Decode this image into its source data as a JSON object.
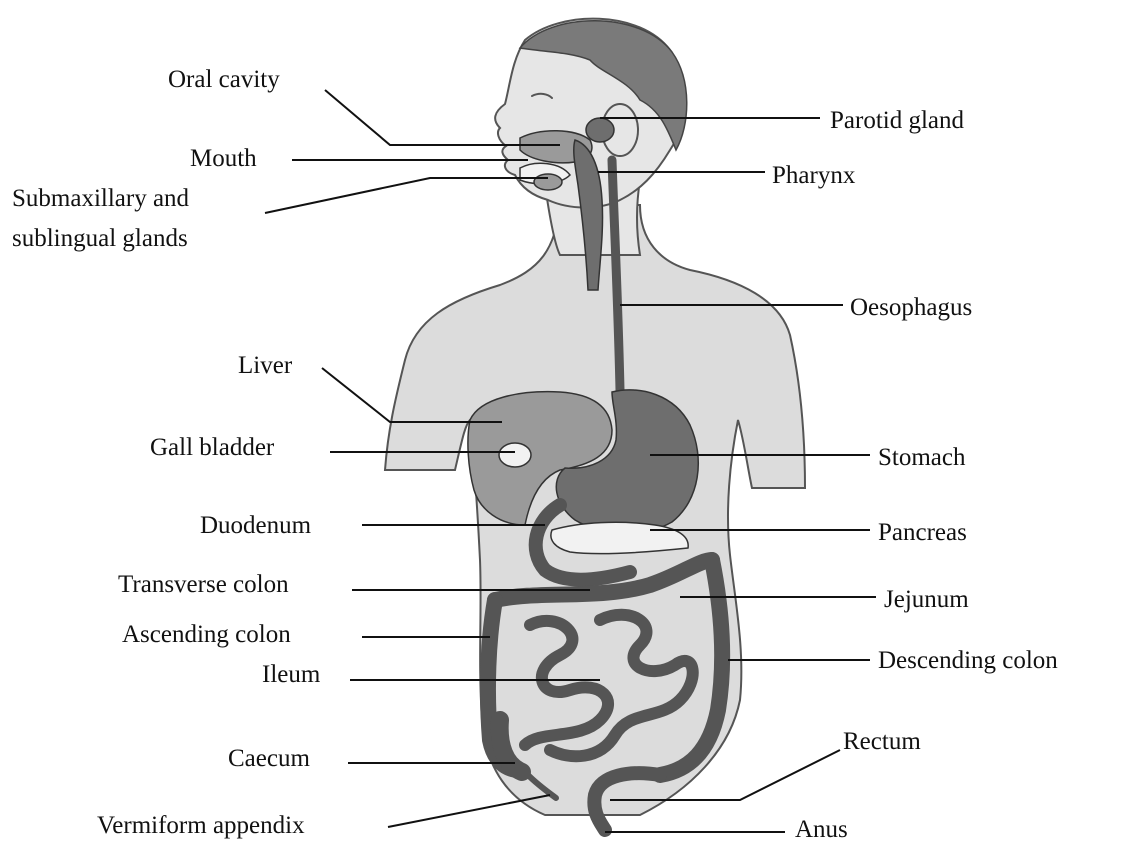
{
  "labels": {
    "oral_cavity": "Oral cavity",
    "mouth": "Mouth",
    "submaxillary_line1": "Submaxillary and",
    "submaxillary_line2": "sublingual glands",
    "liver": "Liver",
    "gall_bladder": "Gall bladder",
    "duodenum": "Duodenum",
    "transverse_colon": "Transverse colon",
    "ascending_colon": "Ascending colon",
    "ileum": "Ileum",
    "caecum": "Caecum",
    "vermiform_appendix": "Vermiform appendix",
    "parotid_gland": "Parotid gland",
    "pharynx": "Pharynx",
    "oesophagus": "Oesophagus",
    "stomach": "Stomach",
    "pancreas": "Pancreas",
    "jejunum": "Jejunum",
    "descending_colon": "Descending colon",
    "rectum": "Rectum",
    "anus": "Anus"
  }
}
